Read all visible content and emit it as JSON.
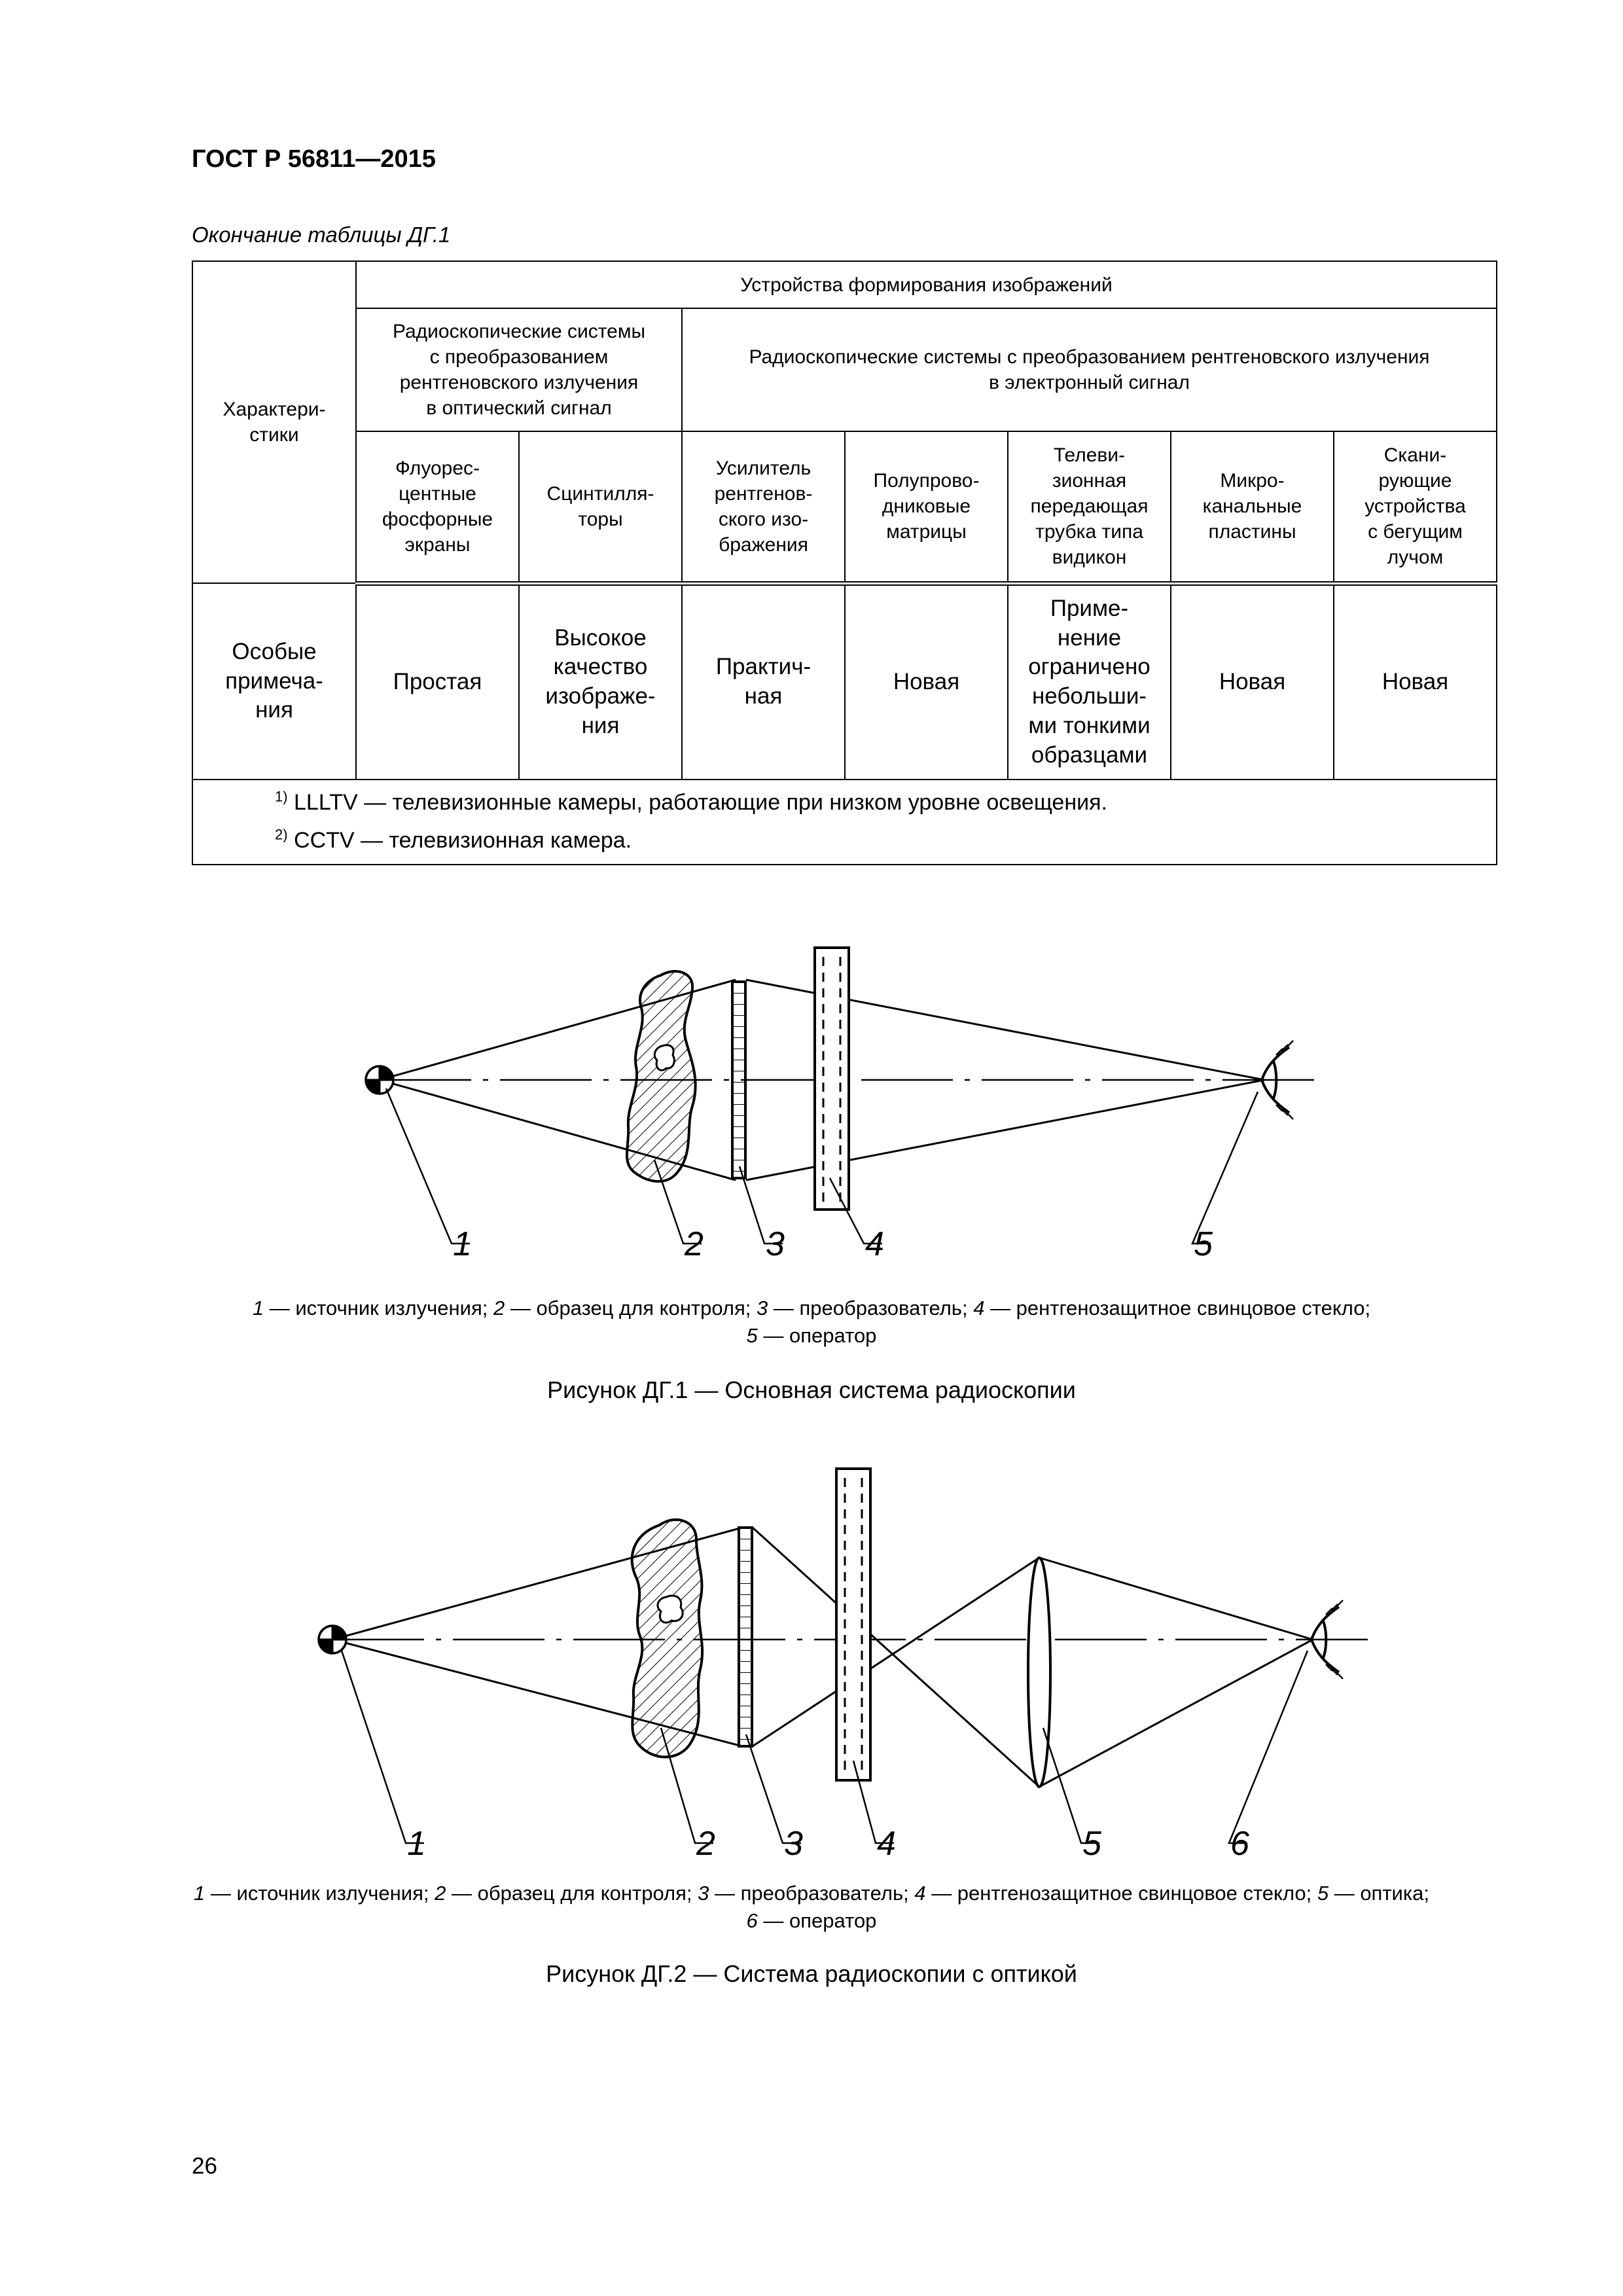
{
  "header": {
    "doc_code": "ГОСТ Р 56811—2015"
  },
  "table": {
    "caption": "Окончание таблицы ДГ.1",
    "row_header": "Характери-\nстики",
    "group_header": "Устройства формирования изображений",
    "subgroup_optical": "Радиоскопические системы\nс преобразованием\nрентгеновского излучения\nв оптический сигнал",
    "subgroup_electronic": "Радиоскопические системы с преобразованием рентгеновского излучения\nв электронный сигнал",
    "columns": [
      "Флуорес-\nцентные\nфосфорные\nэкраны",
      "Сцинтилля-\nторы",
      "Усилитель\nрентгенов-\nского изо-\nбражения",
      "Полупрово-\nдниковые\nматрицы",
      "Телеви-\nзионная\nпередающая\nтрубка типа\nвидикон",
      "Микро-\nканальные\nпластины",
      "Скани-\nрующие\nустройства\nс бегущим\nлучом"
    ],
    "row": {
      "label": "Особые\nпримеча-\nния",
      "cells": [
        "Простая",
        "Высокое\nкачество\nизображе-\nния",
        "Практич-\nная",
        "Новая",
        "Приме-\nнение\nограничено\nнебольши-\nми тонкими\nобразцами",
        "Новая",
        "Новая"
      ]
    },
    "footnotes": [
      {
        "mark": "1)",
        "text": "LLLTV — телевизионные камеры, работающие при низком уровне освещения."
      },
      {
        "mark": "2)",
        "text": "CCTV — телевизионная камера."
      }
    ]
  },
  "figure1": {
    "numbers": [
      "1",
      "2",
      "3",
      "4",
      "5"
    ],
    "legend": [
      {
        "n": "1",
        "t": " — источник излучения; "
      },
      {
        "n": "2",
        "t": " — образец для контроля; "
      },
      {
        "n": "3",
        "t": " — преобразователь; "
      },
      {
        "n": "4",
        "t": " — рентгенозащитное свинцовое стекло;"
      },
      {
        "n": "5",
        "t": " — оператор"
      }
    ],
    "title": "Рисунок ДГ.1 — Основная система радиоскопии"
  },
  "figure2": {
    "numbers": [
      "1",
      "2",
      "3",
      "4",
      "5",
      "6"
    ],
    "legend": [
      {
        "n": "1",
        "t": " — источник излучения; "
      },
      {
        "n": "2",
        "t": " — образец для контроля; "
      },
      {
        "n": "3",
        "t": " — преобразователь; "
      },
      {
        "n": "4",
        "t": " — рентгенозащитное свинцовое стекло; "
      },
      {
        "n": "5",
        "t": " — оптика;"
      },
      {
        "n": "6",
        "t": " — оператор"
      }
    ],
    "title": "Рисунок ДГ.2 — Система радиоскопии с оптикой"
  },
  "footer": {
    "page_number": "26"
  }
}
